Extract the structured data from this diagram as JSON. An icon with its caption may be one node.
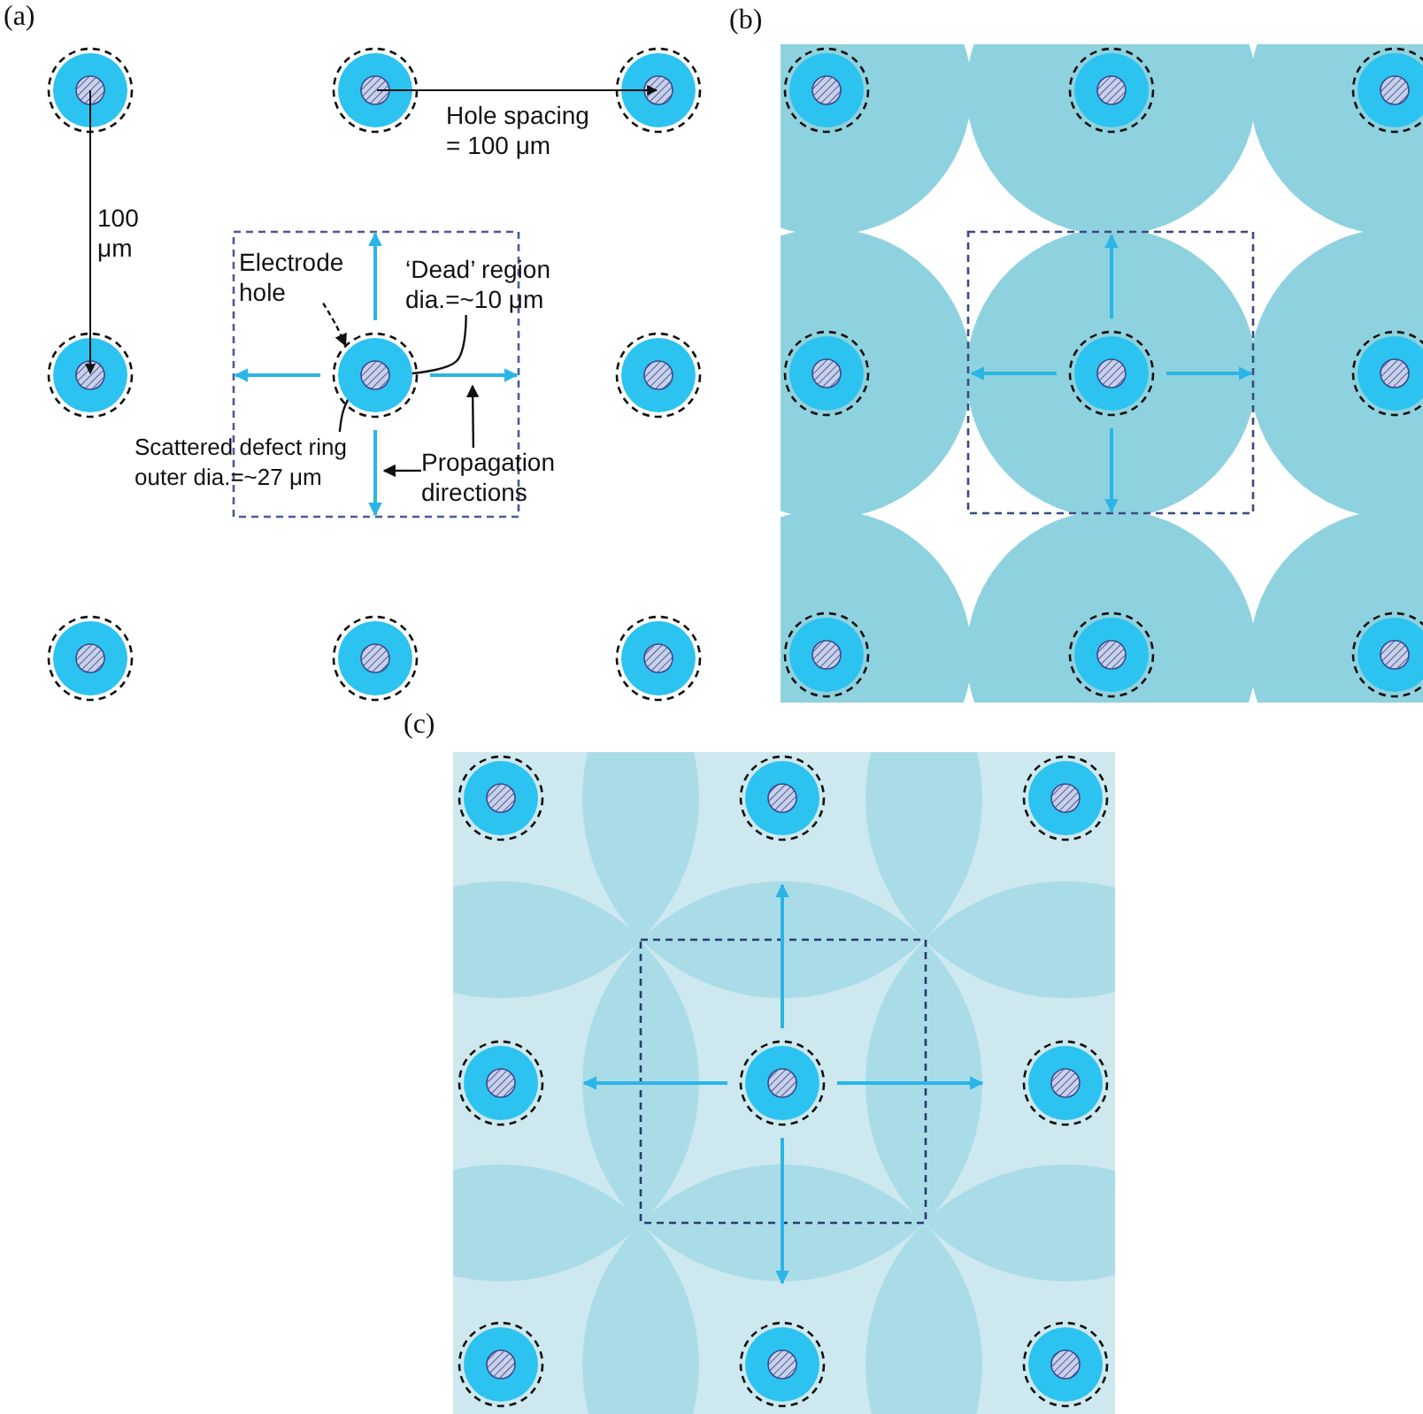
{
  "diagram": {
    "nodes": [
      {
        "text": [
          "Electrode hole"
        ]
      },
      {
        "text": [
          "‘Dead’ region dia.=~10 μm"
        ]
      },
      {
        "text": [
          "Scattered defect ring outer dia.=~27 μm"
        ]
      },
      {
        "text": [
          "Propagation directions"
        ]
      },
      {
        "text": [],
        "shape": "circle"
      },
      {
        "text": [],
        "shape": "circle",
        "in": 4
      },
      {
        "text": [],
        "shape": "circle",
        "in": 5
      }
    ],
    "edges": [
      {
        "from": 0,
        "to": 4,
        "arrow": "to",
        "style": "dashed"
      },
      {
        "from": 1,
        "to": 6,
        "arrow": "to"
      },
      {
        "from": 2,
        "to": 5,
        "arrow": "to"
      },
      {
        "from": 3,
        "to": null,
        "arrow": "to"
      },
      {
        "from": 3,
        "to": null,
        "arrow": "to"
      }
    ],
    "labels": [
      "(a)",
      "Hole spacing = 100 μm",
      "100 μm",
      "(b)",
      "(c)"
    ]
  }
}
